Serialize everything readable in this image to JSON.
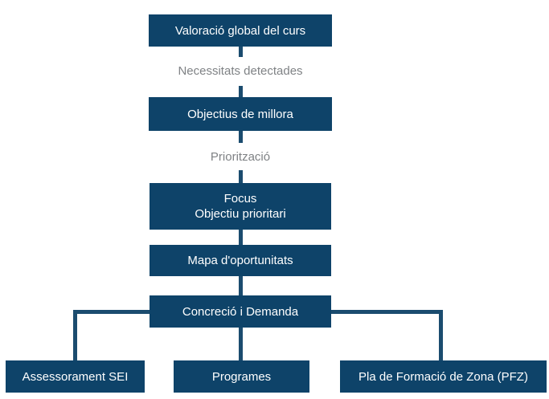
{
  "diagram": {
    "title": "Flowchart: procés de valoració i formació",
    "colors": {
      "background": "#ffffff",
      "box_fill": "#0e4369",
      "line": "#1b4c6f",
      "box_text": "#ffffff",
      "edge_label_text": "#7f8285"
    },
    "nodes": {
      "valoracio": "Valoració global del curs",
      "objectius": "Objectius de millora",
      "focus_line1": "Focus",
      "focus_line2": "Objectiu prioritari",
      "mapa": "Mapa d'oportunitats",
      "concrecio": "Concreció i Demanda",
      "assessorament": "Assessorament SEI",
      "programes": "Programes",
      "pfz": "Pla de Formació de Zona (PFZ)"
    },
    "edge_labels": {
      "necessitats": "Necessitats detectades",
      "prioritzacio": "Priorització"
    }
  }
}
